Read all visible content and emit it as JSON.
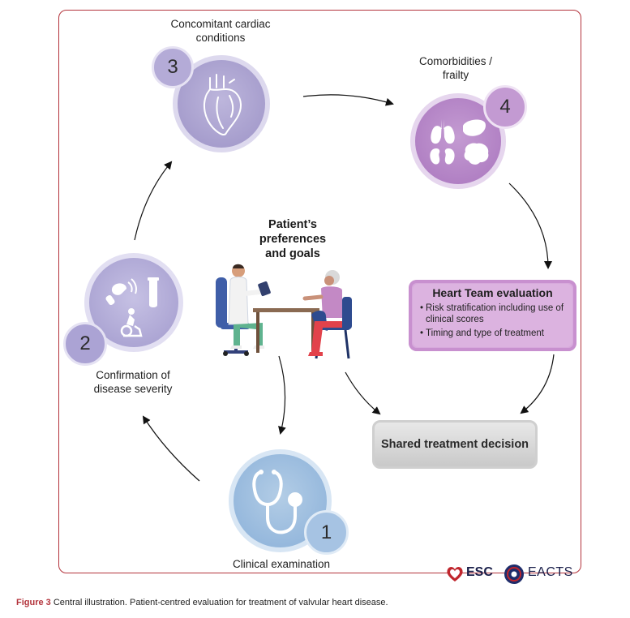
{
  "steps": {
    "step1": {
      "number": "1",
      "label": "Clinical examination"
    },
    "step2": {
      "number": "2",
      "label": "Confirmation of disease severity"
    },
    "step3": {
      "number": "3",
      "label": "Concomitant cardiac conditions"
    },
    "step4": {
      "number": "4",
      "label": "Comorbidities / frailty"
    }
  },
  "patient": {
    "title": "Patient’s preferences and goals"
  },
  "heart_team": {
    "title": "Heart Team evaluation",
    "items": [
      "Risk stratification including use of clinical scores",
      "Timing and type of treatment"
    ]
  },
  "shared_decision": {
    "label": "Shared treatment decision"
  },
  "logos": {
    "esc": "ESC",
    "eacts": "EACTS"
  },
  "caption": {
    "figure": "Figure 3",
    "text": "Central illustration. Patient-centred evaluation for treatment of valvular heart disease."
  },
  "colors": {
    "frame": "#b3333b",
    "step1": "#94b7dc",
    "step2": "#aba4d3",
    "step3": "#a59ccc",
    "step4": "#b07fc3",
    "heart_team_box": "#d7a9dc",
    "shared_box": "#d4d4d4"
  },
  "icons": {
    "step1": "stethoscope-icon",
    "step2": [
      "ultrasound-probe-icon",
      "test-tube-icon",
      "exercise-bike-icon"
    ],
    "step3": "heart-icon",
    "step4": [
      "lungs-icon",
      "liver-icon",
      "kidneys-icon",
      "brain-icon"
    ]
  }
}
